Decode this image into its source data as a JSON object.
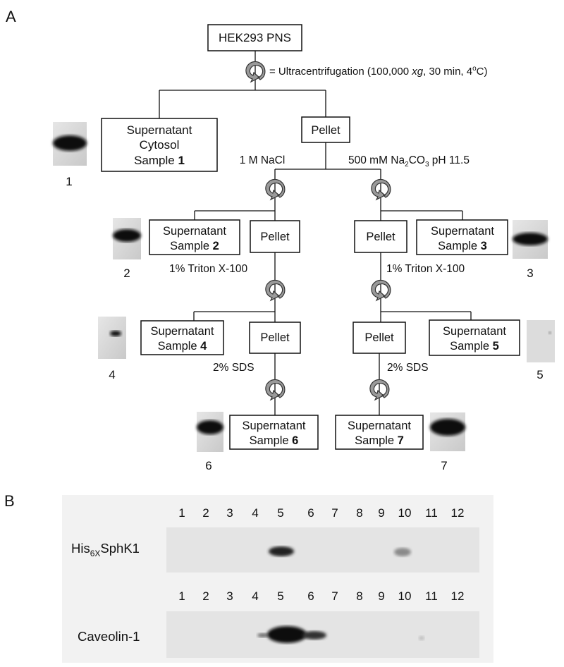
{
  "panel_a": {
    "letter": "A",
    "root": "HEK293 PNS",
    "legend": {
      "prefix": "= Ultracentrifugation (100,000 ",
      "italic": "xg",
      "middle": ", 30 min, 4",
      "sup": "o",
      "suffix": "C)"
    },
    "supernatant_1": {
      "line1": "Supernatant",
      "line2": "Cytosol",
      "line3": "Sample ",
      "num": "1"
    },
    "pellet_label": "Pellet",
    "nacl": "1 M NaCl",
    "na2co3": {
      "a": "500 mM Na",
      "sub": "2",
      "b": "CO",
      "sub2": "3",
      "c": " pH 11.5"
    },
    "triton": "1% Triton X-100",
    "sds": "2% SDS",
    "sample_word": "Sample ",
    "supernatant_word": "Supernatant",
    "samples": [
      "1",
      "2",
      "3",
      "4",
      "5",
      "6",
      "7"
    ],
    "blot_numbers": [
      "1",
      "2",
      "3",
      "4",
      "5",
      "6",
      "7"
    ]
  },
  "panel_b": {
    "letter": "B",
    "lanes": [
      "1",
      "2",
      "3",
      "4",
      "5",
      "6",
      "7",
      "8",
      "9",
      "10",
      "11",
      "12"
    ],
    "row1": {
      "a": "His",
      "sub": "6X",
      "b": "SphK1"
    },
    "row2": "Caveolin-1"
  },
  "colors": {
    "line": "#111111",
    "arrow": "#9a9a9a",
    "blot_bg": "#d8d8d8",
    "band": "#111111"
  }
}
